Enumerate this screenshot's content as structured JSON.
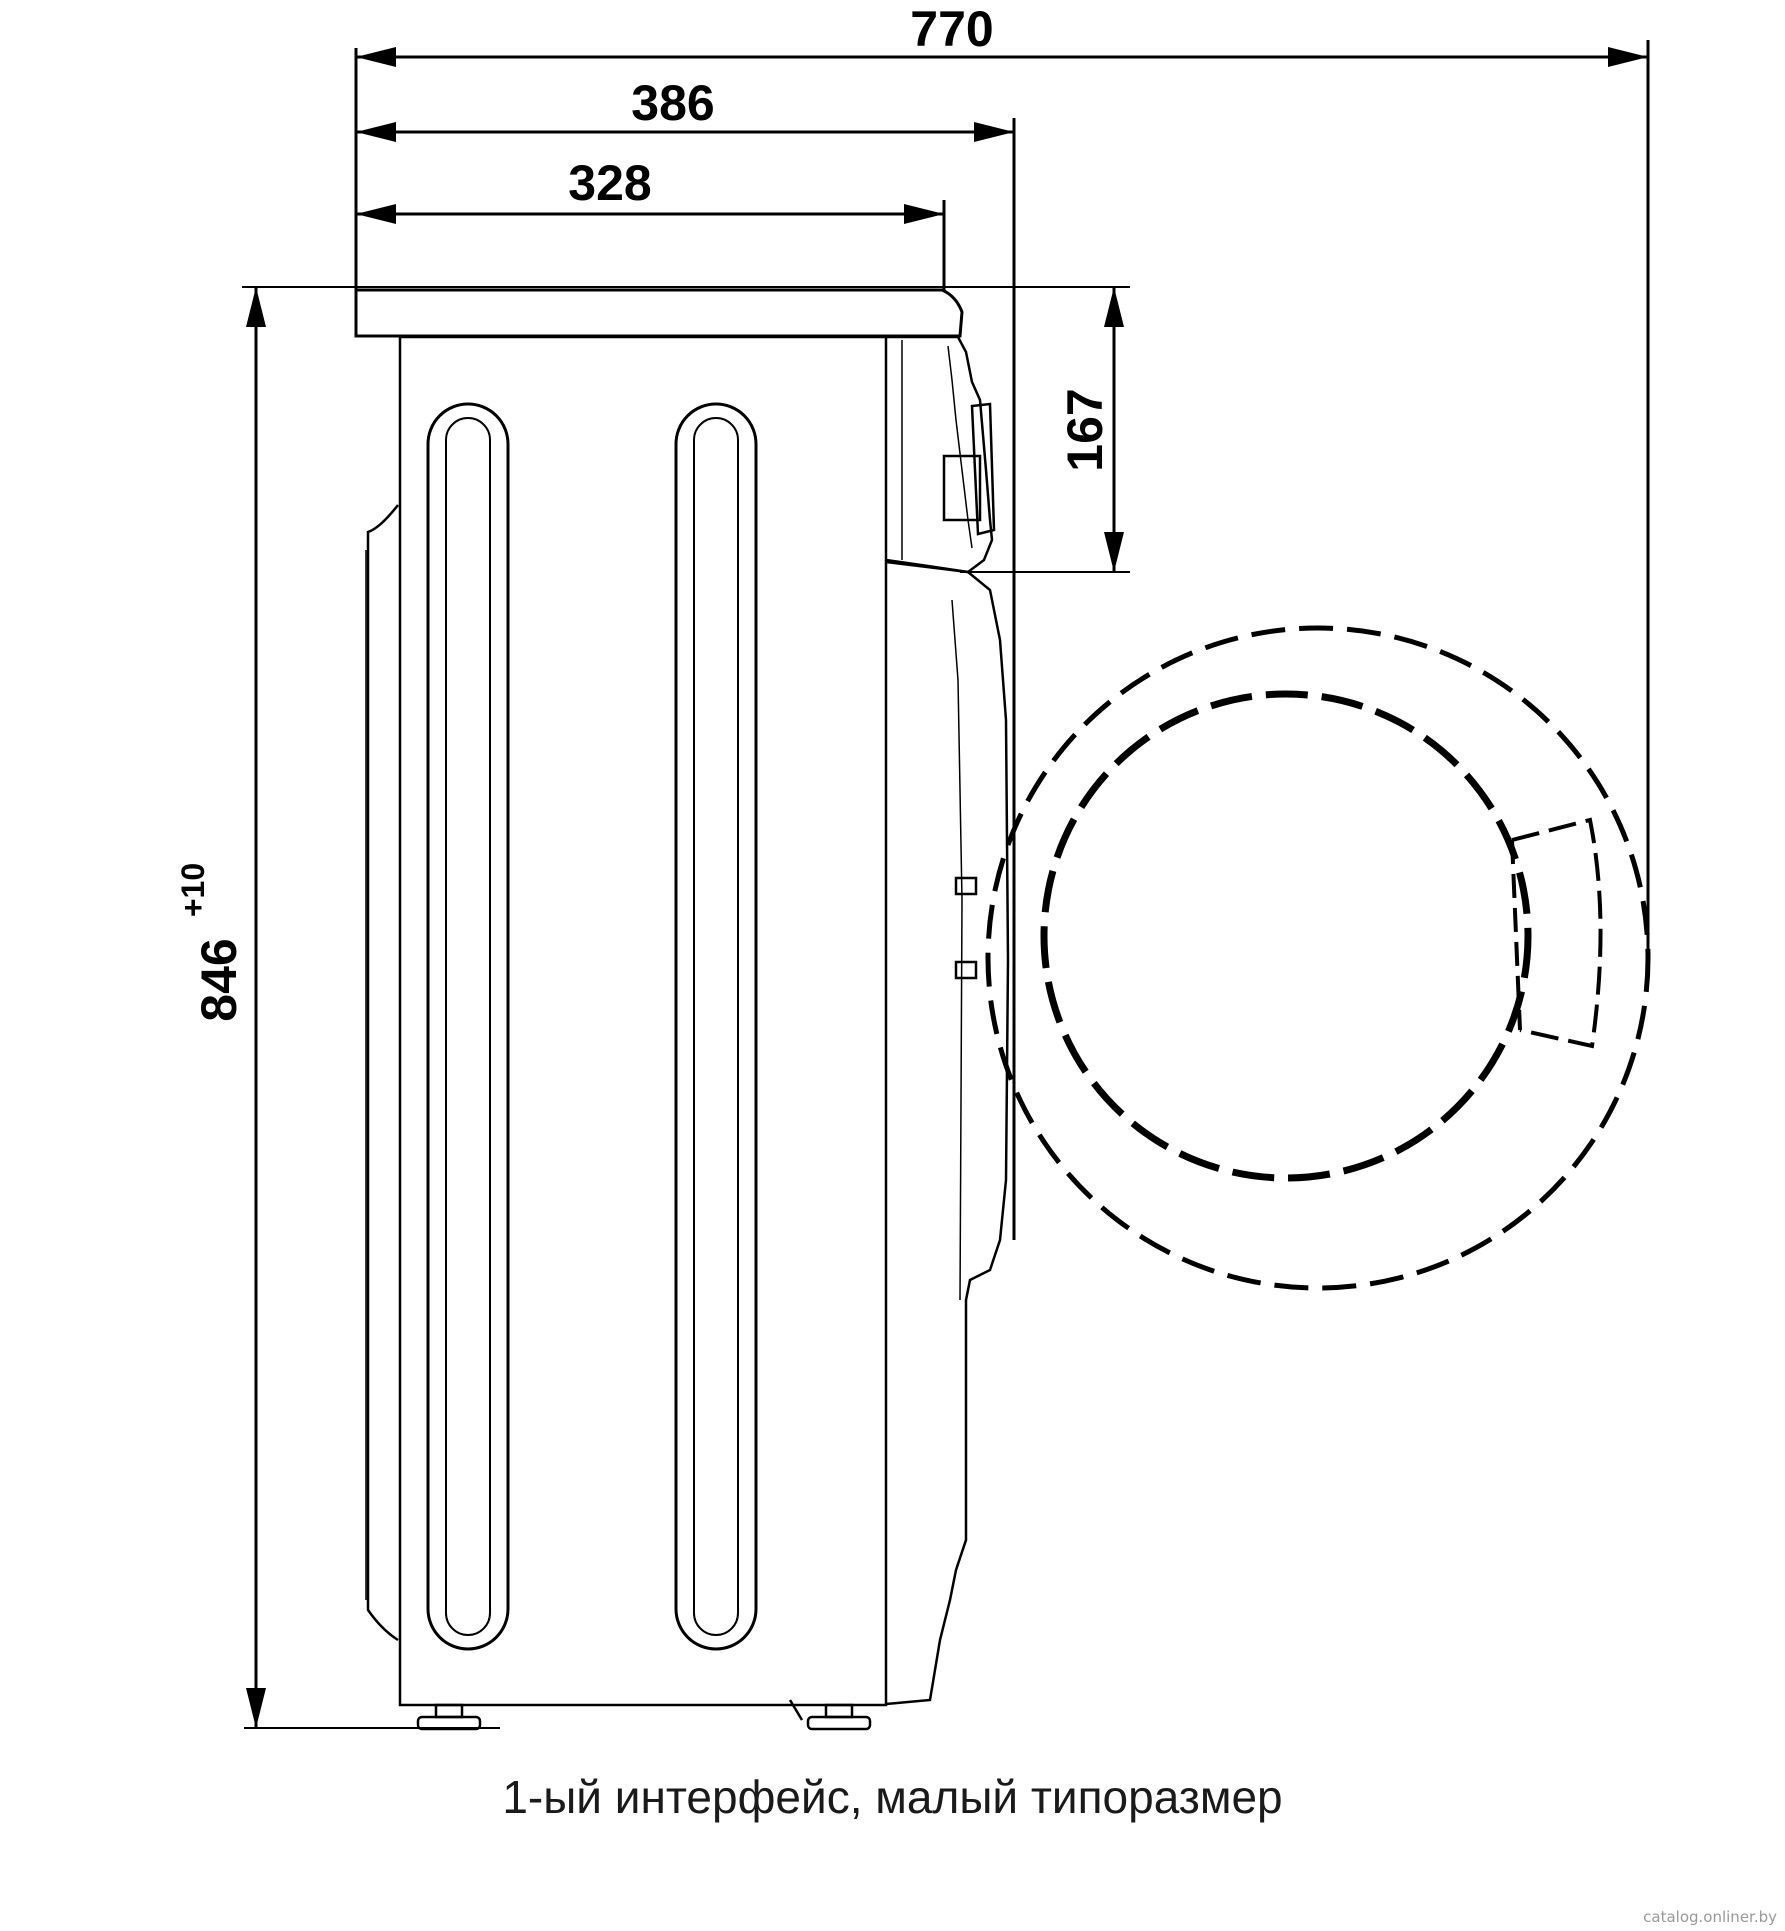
{
  "dimensions": {
    "total_depth": "770",
    "depth_386": "386",
    "depth_328": "328",
    "panel_height": "167",
    "height": "846",
    "height_tolerance": "+10"
  },
  "caption": "1-ый интерфейс, малый типоразмер",
  "watermark": "catalog.onliner.by",
  "colors": {
    "line": "#000000",
    "caption": "#1a1a1a",
    "watermark": "#9a9a9a"
  }
}
